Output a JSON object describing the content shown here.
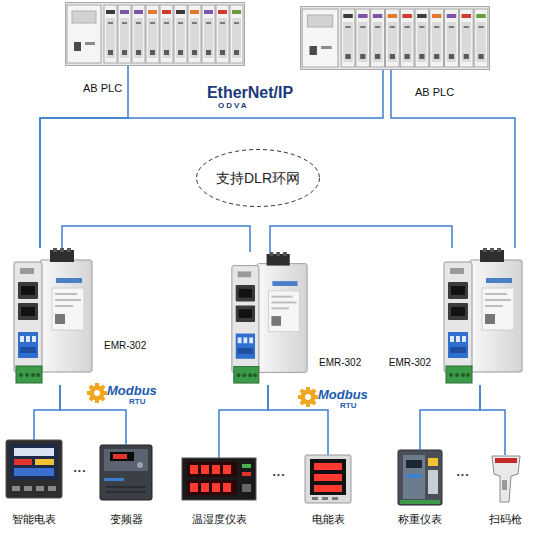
{
  "diagram": {
    "nodes": [
      {
        "text": [
          "AB PLC"
        ]
      },
      {
        "text": [
          "AB PLC"
        ]
      },
      {
        "text": [
          "支持DLR环网"
        ]
      },
      {
        "text": [
          "EMR-302"
        ]
      },
      {
        "text": [
          "EMR-302"
        ]
      },
      {
        "text": [
          "EMR-302"
        ]
      },
      {
        "text": [
          "智能电表"
        ]
      },
      {
        "text": [
          "变频器"
        ]
      },
      {
        "text": [
          "温湿度仪表"
        ]
      },
      {
        "text": [
          "电能表"
        ]
      },
      {
        "text": [
          "称重仪表"
        ]
      },
      {
        "text": [
          "扫码枪"
        ]
      }
    ],
    "edges": [
      {
        "from": 0,
        "to": 3,
        "arrow": "none"
      },
      {
        "from": 1,
        "to": 3,
        "arrow": "none"
      },
      {
        "from": 1,
        "to": 5,
        "arrow": "none"
      },
      {
        "from": 3,
        "to": 4,
        "arrow": "none"
      },
      {
        "from": 4,
        "to": 5,
        "arrow": "none"
      },
      {
        "from": 3,
        "to": 6,
        "arrow": "none"
      },
      {
        "from": 3,
        "to": 7,
        "arrow": "none"
      },
      {
        "from": 4,
        "to": 8,
        "arrow": "none"
      },
      {
        "from": 4,
        "to": 9,
        "arrow": "none"
      },
      {
        "from": 5,
        "to": 10,
        "arrow": "none"
      },
      {
        "from": 5,
        "to": 11,
        "arrow": "none"
      }
    ],
    "labels": [
      "EtherNet/IP",
      "ODVA",
      "Modbus",
      "RTU",
      "Modbus",
      "RTU",
      "...",
      "...",
      "..."
    ]
  }
}
